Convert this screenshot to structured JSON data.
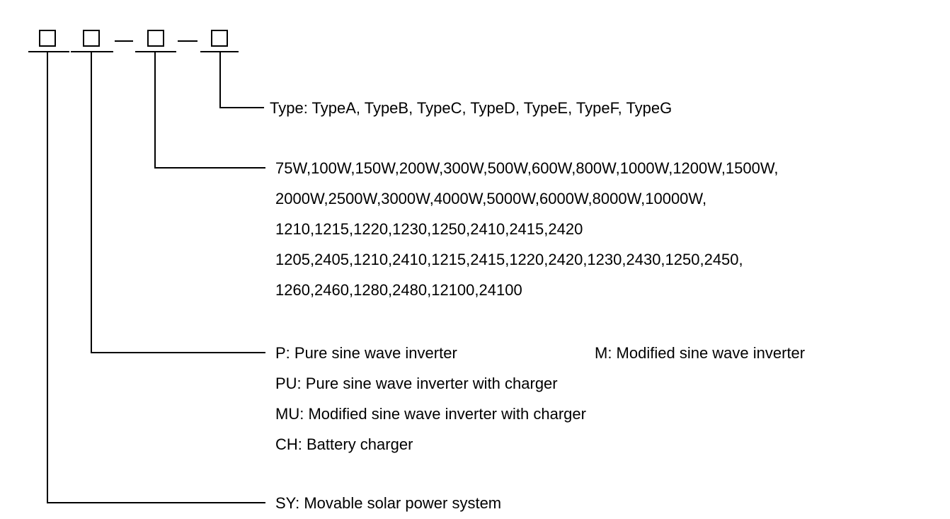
{
  "code_slots": [
    {
      "name": "system-slot"
    },
    {
      "name": "inverter-type-slot"
    },
    {
      "name": "power-rating-slot"
    },
    {
      "name": "type-slot"
    }
  ],
  "separators": [
    "—",
    "—"
  ],
  "groups": {
    "type": {
      "lines": [
        "Type: TypeA, TypeB, TypeC, TypeD, TypeE, TypeF, TypeG"
      ]
    },
    "power": {
      "lines": [
        "75W,100W,150W,200W,300W,500W,600W,800W,1000W,1200W,1500W,",
        "2000W,2500W,3000W,4000W,5000W,6000W,8000W,10000W,",
        "1210,1215,1220,1230,1250,2410,2415,2420",
        "1205,2405,1210,2410,1215,2415,1220,2420,1230,2430,1250,2450,",
        "1260,2460,1280,2480,12100,24100"
      ]
    },
    "inverter": {
      "lines": [
        "P: Pure sine  wave inverter",
        "PU: Pure sine wave inverter with charger",
        "MU: Modified  sine  wave  inverter  with charger",
        "CH: Battery  charger"
      ],
      "extra": "M: Modified sine wave inverter"
    },
    "system": {
      "lines": [
        "SY: Movable  solar  power system"
      ]
    }
  }
}
